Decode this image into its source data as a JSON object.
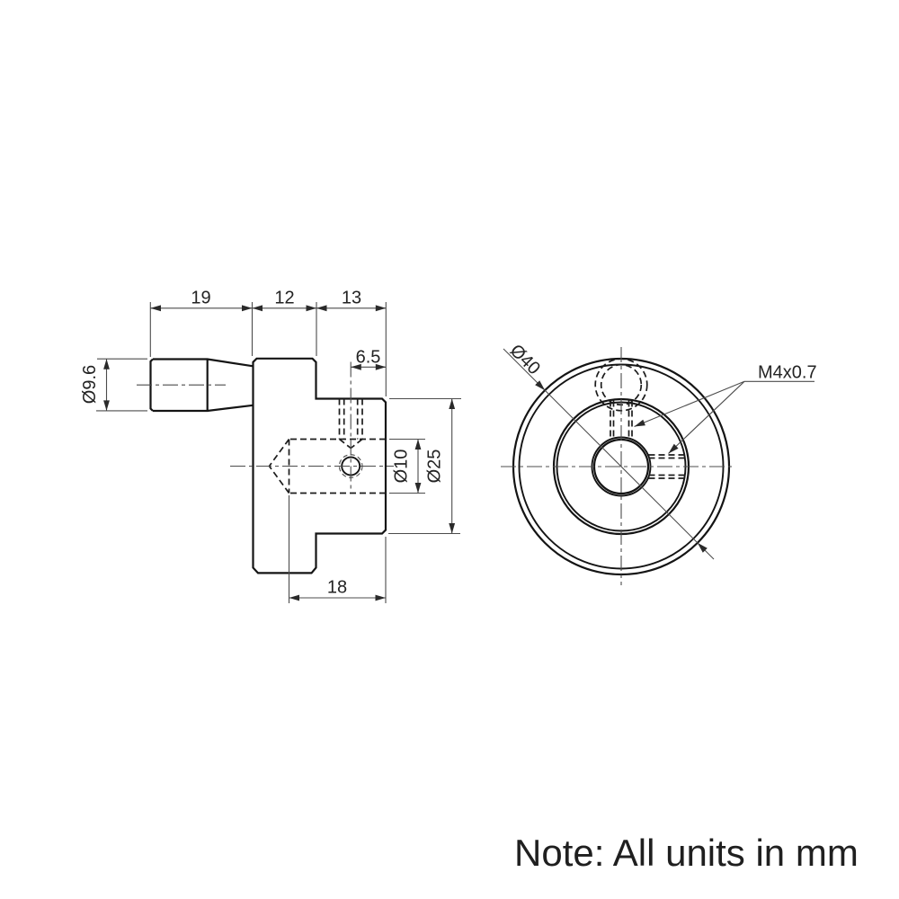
{
  "note": {
    "text": "Note: All units in mm"
  },
  "drawing": {
    "side_view": {
      "length_handle": "19",
      "length_disc": "12",
      "length_cylinder": "13",
      "hole_offset": "6.5",
      "dia_handle": "Ø9.6",
      "dia_bore": "Ø10",
      "dia_cylinder": "Ø25",
      "bore_depth": "18"
    },
    "front_view": {
      "dia_disc": "Ø40",
      "thread_spec": "M4x0.7"
    }
  },
  "colors": {
    "background": "#ffffff",
    "object_line": "#141414",
    "dimension_line": "#4c4c4c",
    "text": "#232323"
  }
}
